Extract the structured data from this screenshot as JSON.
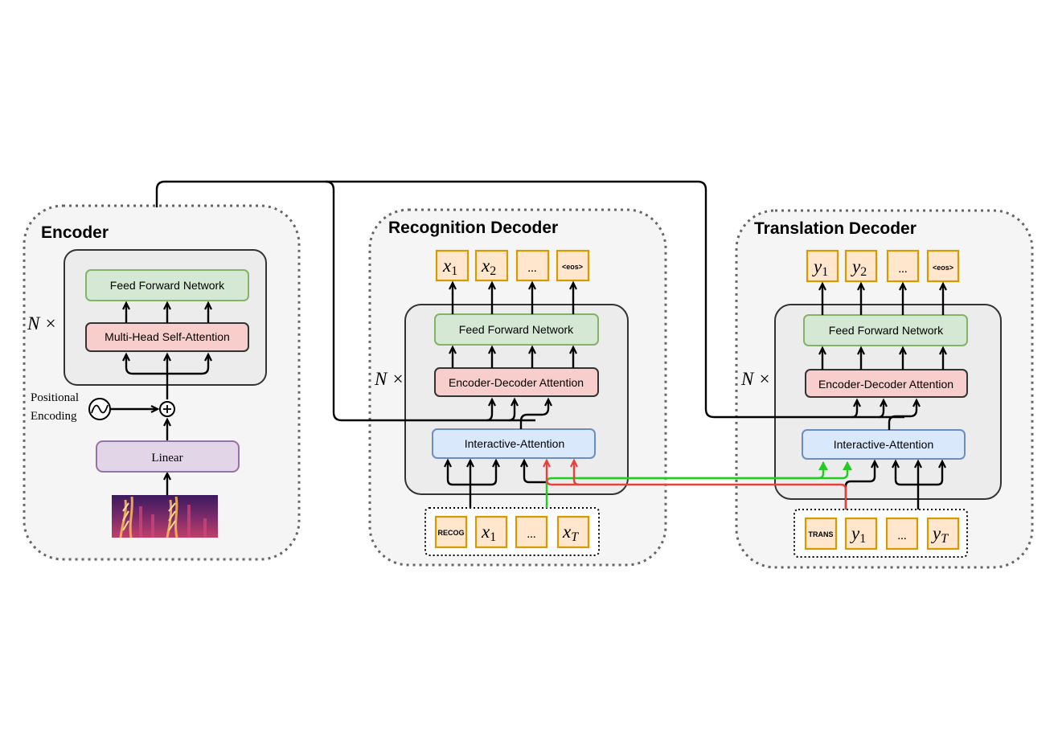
{
  "encoder": {
    "title": "Encoder",
    "ffn": "Feed Forward Network",
    "mhsa": "Multi-Head Self-Attention",
    "repeat": "N ×",
    "pos_line1": "Positional",
    "pos_line2": "Encoding",
    "linear": "Linear"
  },
  "recognition": {
    "title": "Recognition Decoder",
    "ffn": "Feed Forward Network",
    "eda": "Encoder-Decoder Attention",
    "ia": "Interactive-Attention",
    "repeat": "N ×",
    "outputs": [
      "x",
      "x",
      "...",
      "<eos>"
    ],
    "output_subs": [
      "1",
      "2",
      "",
      ""
    ],
    "inputs": [
      "RECOG",
      "x",
      "...",
      "x"
    ],
    "input_subs": [
      "",
      "1",
      "",
      "T"
    ]
  },
  "translation": {
    "title": "Translation Decoder",
    "ffn": "Feed Forward Network",
    "eda": "Encoder-Decoder Attention",
    "ia": "Interactive-Attention",
    "repeat": "N ×",
    "outputs": [
      "y",
      "y",
      "...",
      "<eos>"
    ],
    "output_subs": [
      "1",
      "2",
      "",
      ""
    ],
    "inputs": [
      "TRANS",
      "y",
      "...",
      "y"
    ],
    "input_subs": [
      "",
      "1",
      "",
      "T"
    ]
  },
  "colors": {
    "ffn_fill": "#d5e8d4",
    "ffn_stroke": "#82b366",
    "attn_fill": "#f8cecc",
    "attn_stroke": "#333333",
    "ia_fill": "#dae8fc",
    "ia_stroke": "#6c8ebf",
    "linear_fill": "#e1d5e7",
    "linear_stroke": "#9673a6",
    "token_fill": "#ffe6cc",
    "token_stroke": "#d79b00",
    "red_flow": "#e8403a",
    "green_flow": "#22cc22"
  },
  "icons": [
    "sine-wave-icon",
    "plus-circle-icon",
    "spectrogram-image"
  ]
}
